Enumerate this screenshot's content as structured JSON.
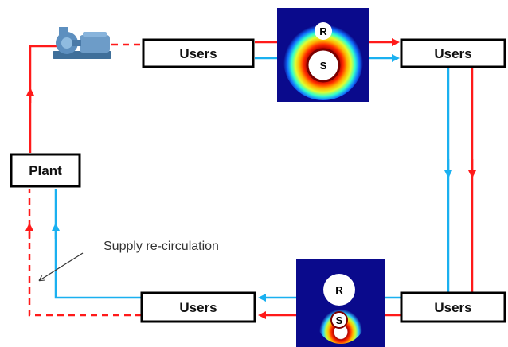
{
  "nodes": {
    "users_top_left": "Users",
    "users_top_right": "Users",
    "users_bottom_left": "Users",
    "users_bottom_right": "Users",
    "plant": "Plant"
  },
  "annotation": {
    "supply_recirculation": "Supply re-circulation"
  },
  "heatmaps": {
    "top": {
      "return_pipe_label": "R",
      "supply_pipe_label": "S"
    },
    "bottom": {
      "return_pipe_label": "R",
      "supply_pipe_label": "S"
    }
  },
  "pump": {
    "icon": "pump-icon"
  },
  "colors": {
    "supply": "#ff1a1a",
    "return": "#1ab0f0",
    "heatmap_background": "#0a0a8c"
  }
}
